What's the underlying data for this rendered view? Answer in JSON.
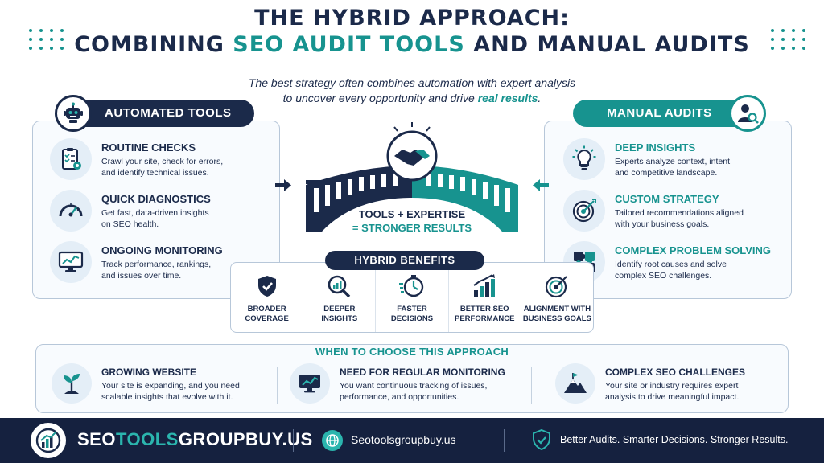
{
  "title": {
    "line1": "THE HYBRID APPROACH:",
    "line2_pre": "COMBINING",
    "line2_highlight": "SEO AUDIT TOOLS",
    "line2_post": "AND MANUAL AUDITS"
  },
  "subtitle": {
    "line1": "The best strategy often combines automation with expert analysis",
    "line2_pre": "to uncover every opportunity and drive",
    "line2_highlight": "real results",
    "line2_post": "."
  },
  "automated": {
    "header": "AUTOMATED TOOLS",
    "icon": "robot-icon",
    "items": [
      {
        "title": "ROUTINE CHECKS",
        "desc1": "Crawl your site, check for errors,",
        "desc2": "and identify technical issues.",
        "icon": "checklist-gear-icon"
      },
      {
        "title": "QUICK DIAGNOSTICS",
        "desc1": "Get fast, data-driven insights",
        "desc2": "on SEO health.",
        "icon": "speedometer-icon"
      },
      {
        "title": "ONGOING MONITORING",
        "desc1": "Track performance, rankings,",
        "desc2": "and issues over time.",
        "icon": "monitor-chart-icon"
      }
    ]
  },
  "manual": {
    "header": "MANUAL AUDITS",
    "icon": "person-magnifier-icon",
    "items": [
      {
        "title": "DEEP INSIGHTS",
        "desc1": "Experts analyze context, intent,",
        "desc2": "and competitive landscape.",
        "icon": "lightbulb-icon"
      },
      {
        "title": "CUSTOM STRATEGY",
        "desc1": "Tailored recommendations aligned",
        "desc2": "with your business goals.",
        "icon": "target-icon"
      },
      {
        "title": "COMPLEX PROBLEM SOLVING",
        "desc1": "Identify root causes and solve",
        "desc2": "complex SEO challenges.",
        "icon": "puzzle-icon"
      }
    ]
  },
  "center": {
    "line1": "TOOLS + EXPERTISE",
    "line2": "= STRONGER RESULTS",
    "icon": "handshake-icon"
  },
  "benefits": {
    "header": "HYBRID BENEFITS",
    "items": [
      {
        "l1": "BROADER",
        "l2": "COVERAGE",
        "icon": "shield-check-icon"
      },
      {
        "l1": "DEEPER",
        "l2": "INSIGHTS",
        "icon": "magnifier-chart-icon"
      },
      {
        "l1": "FASTER",
        "l2": "DECISIONS",
        "icon": "stopwatch-icon"
      },
      {
        "l1": "BETTER SEO",
        "l2": "PERFORMANCE",
        "icon": "bar-chart-icon"
      },
      {
        "l1": "ALIGNMENT WITH",
        "l2": "BUSINESS GOALS",
        "icon": "target-icon"
      }
    ]
  },
  "when": {
    "title": "WHEN TO CHOOSE THIS APPROACH",
    "items": [
      {
        "title": "GROWING WEBSITE",
        "desc1": "Your site is expanding, and you need",
        "desc2": "scalable insights that evolve with it.",
        "icon": "sprout-icon"
      },
      {
        "title": "NEED FOR REGULAR MONITORING",
        "desc1": "You want continuous tracking of issues,",
        "desc2": "performance, and opportunities.",
        "icon": "monitor-chart-icon"
      },
      {
        "title": "COMPLEX SEO CHALLENGES",
        "desc1": "Your site or industry requires expert",
        "desc2": "analysis to drive meaningful impact.",
        "icon": "mountain-flag-icon"
      }
    ]
  },
  "footer": {
    "brand_pre": "SEO",
    "brand_highlight": "TOOLS",
    "brand_post": "GROUPBUY.US",
    "site": "Seotoolsgroupbuy.us",
    "tagline": "Better Audits. Smarter Decisions. Stronger Results."
  },
  "colors": {
    "navy": "#1b2a4a",
    "teal": "#17938f",
    "footer": "#15213f"
  }
}
